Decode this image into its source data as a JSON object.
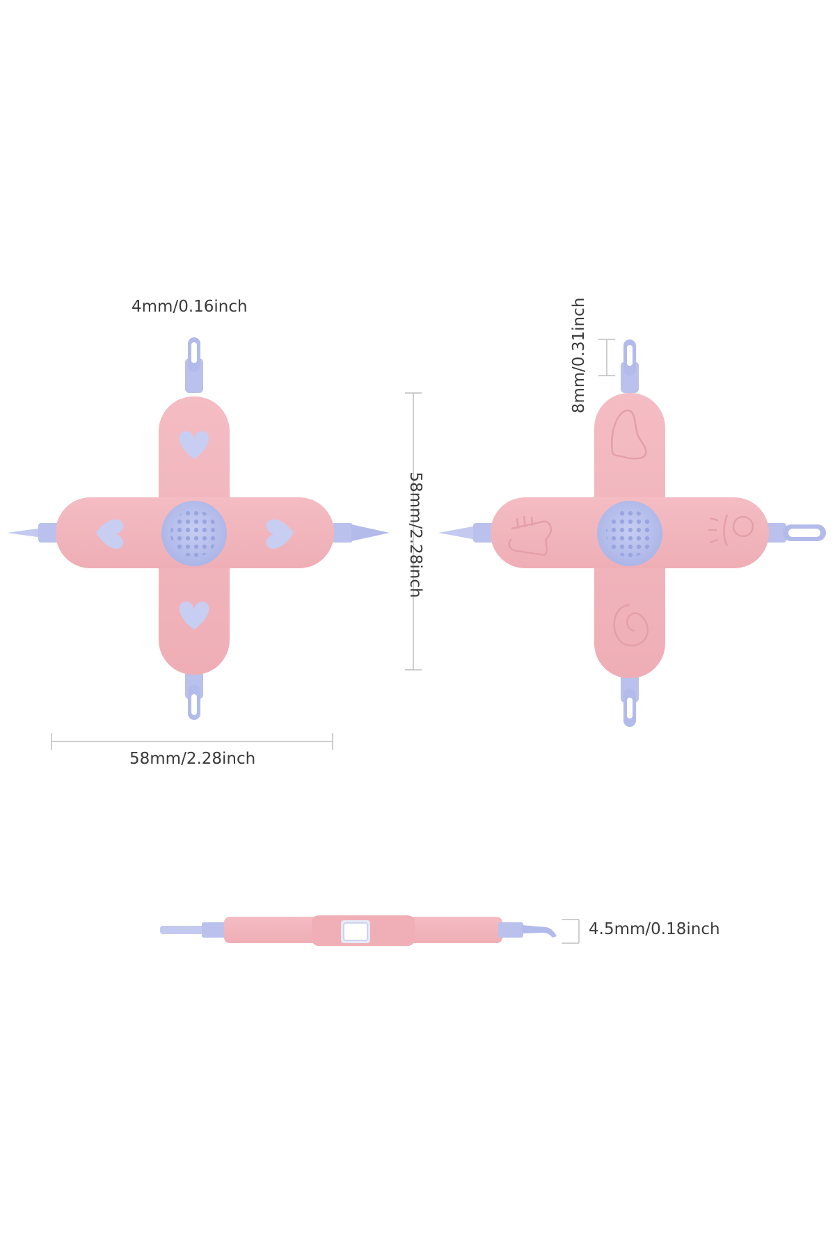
{
  "dimensions": {
    "tip_width": "4mm/0.16inch",
    "overall_height": "58mm/2.28inch",
    "overall_width": "58mm/2.28inch",
    "loop_length": "8mm/0.31inch",
    "thickness": "4.5mm/0.18inch"
  },
  "colors": {
    "body_pink": "#f3b8bf",
    "accent_blue": "#b9c1ec",
    "dimension_line": "#bdbdbd",
    "text": "#3a3a3a",
    "background": "#ffffff"
  }
}
